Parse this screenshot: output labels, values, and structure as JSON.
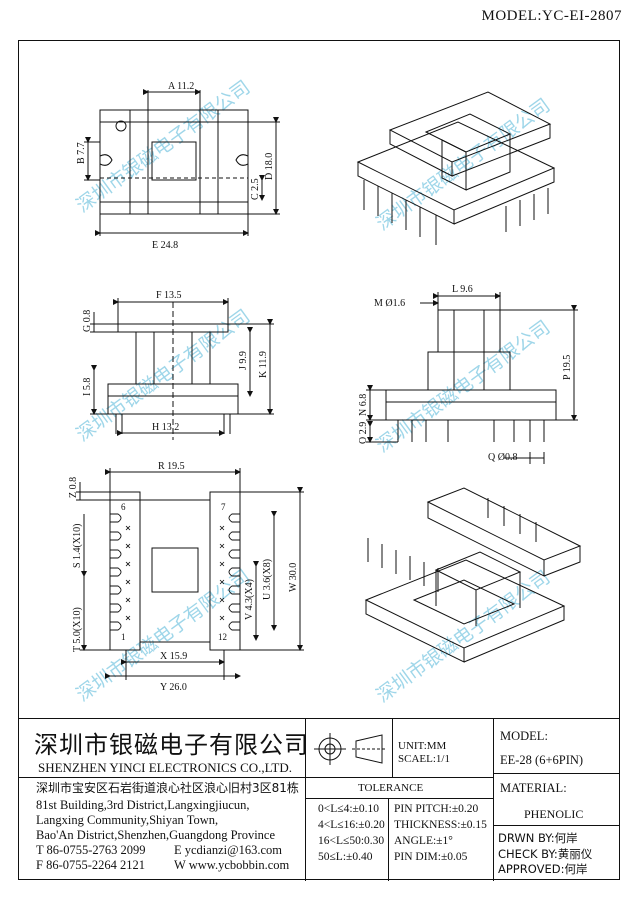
{
  "model": "MODEL:YC-EI-2807",
  "watermark": "深圳市银磁电子有限公司",
  "dims": {
    "A": "A 11.2",
    "B": "B 7.7",
    "C": "C 2.5",
    "D": "D 18.0",
    "E": "E 24.8",
    "F": "F 13.5",
    "G": "G 0.8",
    "H": "H 13.2",
    "I": "I 5.8",
    "J": "J 9.9",
    "K": "K 11.9",
    "L": "L 9.6",
    "M": "M Ø1.6",
    "N": "N 6.8",
    "O": "O 2.9",
    "P": "P 19.5",
    "Q": "Q Ø0.8",
    "R": "R 19.5",
    "S": "S 1.4(X10)",
    "T": "T 5.0(X10)",
    "U": "U 3.6(X8)",
    "V": "V 4.3(X4)",
    "W": "W 30.0",
    "X": "X 15.9",
    "Y": "Y 26.0",
    "Z": "Z 0.8"
  },
  "pins": {
    "p6": "6",
    "p7": "7",
    "p1": "1",
    "p12": "12"
  },
  "company": {
    "name_cn": "深圳市银磁电子有限公司",
    "name_en": "SHENZHEN YINCI ELECTRONICS CO.,LTD.",
    "address_cn": "深圳市宝安区石岩街道浪心社区浪心旧村3区81栋",
    "address_en": [
      "81st Building,3rd District,Langxingjiucun,",
      "Langxing Community,Shiyan Town,",
      "Bao'An District,Shenzhen,Guangdong Province"
    ],
    "tel": "T 86-0755-2763 2099",
    "email": "E ycdianzi@163.com",
    "fax": "F 86-0755-2264 2121",
    "web": "W www.ycbobbin.com"
  },
  "unit": "UNIT:MM",
  "scale": "SCAEL:1/1",
  "model_label": "MODEL:",
  "model_value": "EE-28 (6+6PIN)",
  "tolerance": {
    "title": "TOLERANCE",
    "left": [
      "0<L≤4:±0.10",
      "4<L≤16:±0.20",
      "16<L≤50:0.30",
      "50≤L:±0.40"
    ],
    "right": [
      "PIN PITCH:±0.20",
      "THICKNESS:±0.15",
      "ANGLE:±1°",
      "PIN DIM:±0.05"
    ]
  },
  "material_label": "MATERIAL:",
  "material_value": "PHENOLIC",
  "drawn_by": "DRWN BY:何岸",
  "check_by": "CHECK BY:黄丽仪",
  "approved": "APPROVED:何岸"
}
